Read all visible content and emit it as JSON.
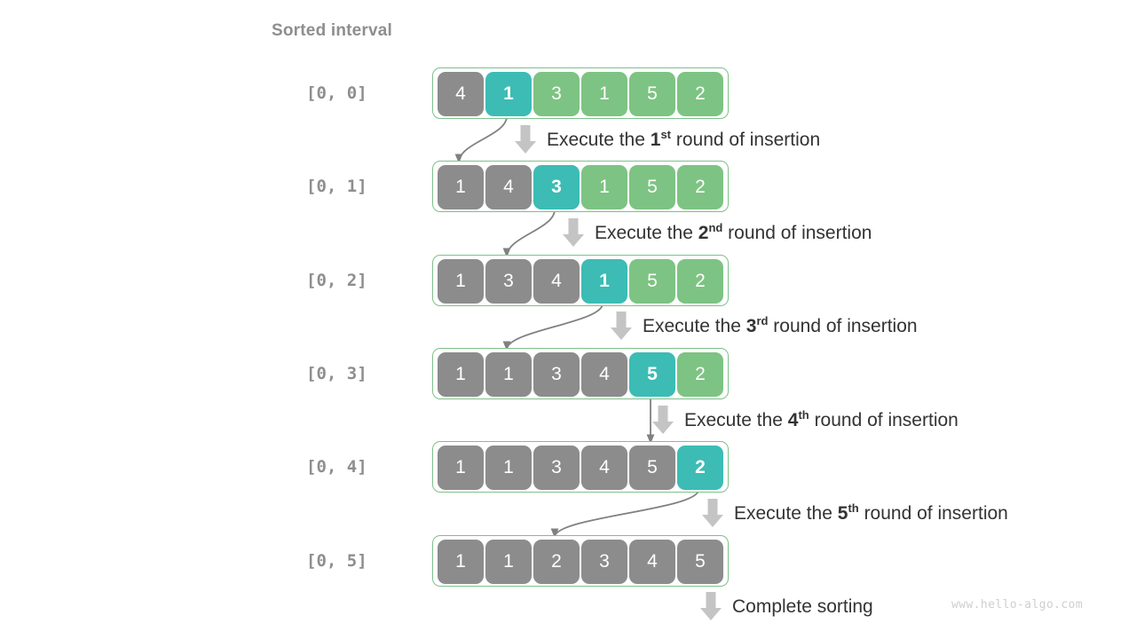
{
  "heading": "Sorted interval",
  "watermark": "www.hello-algo.com",
  "colors": {
    "sorted": "#8c8c8c",
    "current": "#3cbcb4",
    "unsorted": "#7dc383",
    "frame_border": "#7fc08a",
    "label_text": "#8e8e8e",
    "note_text": "#333333",
    "arrow_gray": "#c4c4c4",
    "connector": "#808080",
    "watermark_text": "#cfcfcf"
  },
  "rows": [
    {
      "label": "[0, 0]",
      "values": [
        "4",
        "1",
        "3",
        "1",
        "5",
        "2"
      ],
      "states": [
        "sorted",
        "current",
        "unsorted",
        "unsorted",
        "unsorted",
        "unsorted"
      ]
    },
    {
      "label": "[0, 1]",
      "values": [
        "1",
        "4",
        "3",
        "1",
        "5",
        "2"
      ],
      "states": [
        "sorted",
        "sorted",
        "current",
        "unsorted",
        "unsorted",
        "unsorted"
      ]
    },
    {
      "label": "[0, 2]",
      "values": [
        "1",
        "3",
        "4",
        "1",
        "5",
        "2"
      ],
      "states": [
        "sorted",
        "sorted",
        "sorted",
        "current",
        "unsorted",
        "unsorted"
      ]
    },
    {
      "label": "[0, 3]",
      "values": [
        "1",
        "1",
        "3",
        "4",
        "5",
        "2"
      ],
      "states": [
        "sorted",
        "sorted",
        "sorted",
        "sorted",
        "current",
        "unsorted"
      ]
    },
    {
      "label": "[0, 4]",
      "values": [
        "1",
        "1",
        "3",
        "4",
        "5",
        "2"
      ],
      "states": [
        "sorted",
        "sorted",
        "sorted",
        "sorted",
        "sorted",
        "current"
      ]
    },
    {
      "label": "[0, 5]",
      "values": [
        "1",
        "1",
        "2",
        "3",
        "4",
        "5"
      ],
      "states": [
        "sorted",
        "sorted",
        "sorted",
        "sorted",
        "sorted",
        "sorted"
      ]
    }
  ],
  "notes": [
    {
      "prefix": "Execute the ",
      "ordinal": "1",
      "suffix_sup": "st",
      "rest": " round of insertion"
    },
    {
      "prefix": "Execute the ",
      "ordinal": "2",
      "suffix_sup": "nd",
      "rest": " round of insertion"
    },
    {
      "prefix": "Execute the ",
      "ordinal": "3",
      "suffix_sup": "rd",
      "rest": " round of insertion"
    },
    {
      "prefix": "Execute the ",
      "ordinal": "4",
      "suffix_sup": "th",
      "rest": " round of insertion"
    },
    {
      "prefix": "Execute the ",
      "ordinal": "5",
      "suffix_sup": "th",
      "rest": " round of insertion"
    }
  ],
  "final_note": "Complete sorting",
  "moves": [
    {
      "from_index": 1,
      "to_index": 0
    },
    {
      "from_index": 2,
      "to_index": 1
    },
    {
      "from_index": 3,
      "to_index": 1
    },
    {
      "from_index": 4,
      "to_index": 4
    },
    {
      "from_index": 5,
      "to_index": 2
    }
  ]
}
